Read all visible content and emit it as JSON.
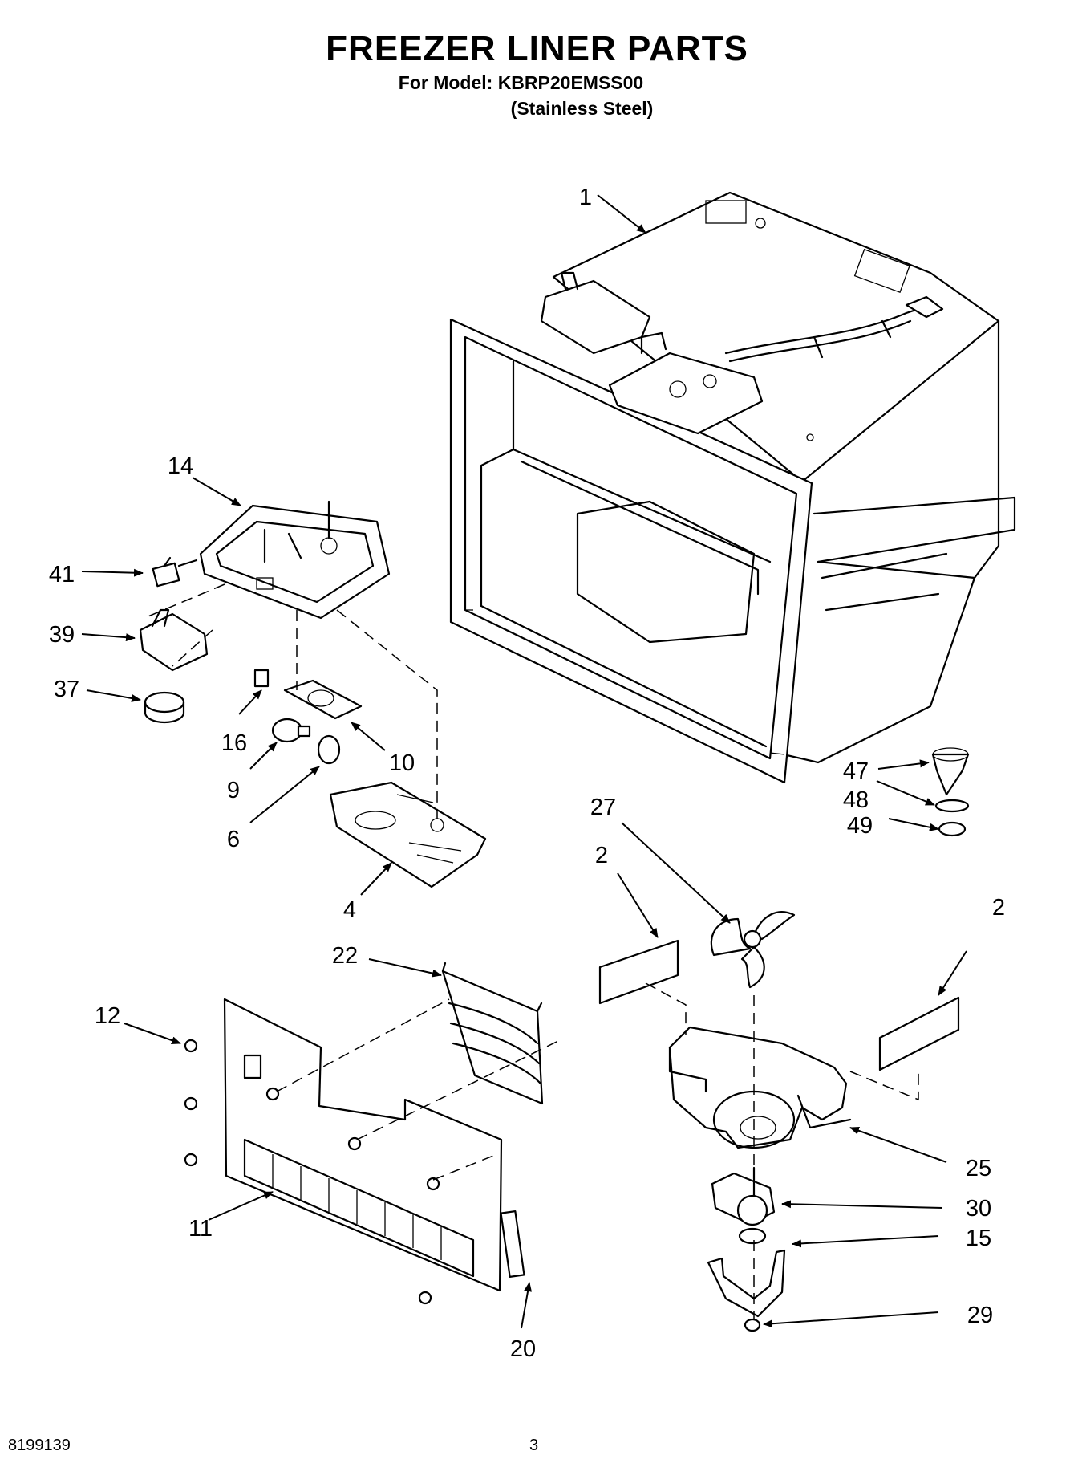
{
  "header": {
    "title": "FREEZER LINER PARTS",
    "model_line": "For Model: KBRP20EMSS00",
    "variant_line": "(Stainless Steel)"
  },
  "callouts": [
    "1",
    "14",
    "41",
    "39",
    "37",
    "16",
    "10",
    "9",
    "6",
    "4",
    "47",
    "48",
    "49",
    "27",
    "2",
    "2",
    "22",
    "12",
    "25",
    "30",
    "15",
    "11",
    "20",
    "29"
  ],
  "footer": {
    "doc_number": "8199139",
    "page_number": "3"
  }
}
